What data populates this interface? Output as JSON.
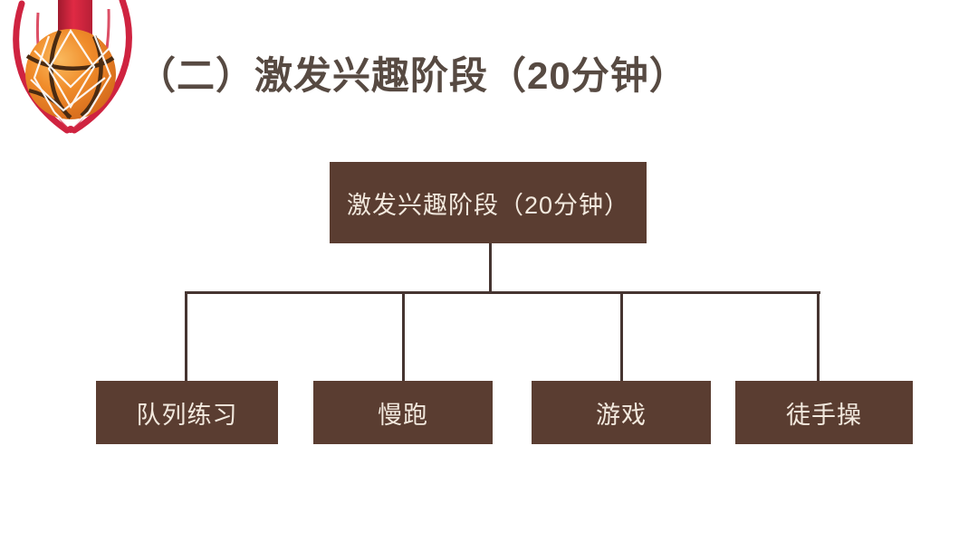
{
  "header": {
    "title": "（二）激发兴趣阶段（20分钟）",
    "title_color": "#574a42",
    "logo_icon": "basketball-in-net-icon"
  },
  "diagram": {
    "type": "tree",
    "root": {
      "label": "激发兴趣阶段（20分钟）"
    },
    "children": [
      {
        "label": "队列练习"
      },
      {
        "label": "慢跑"
      },
      {
        "label": "游戏"
      },
      {
        "label": "徒手操"
      }
    ],
    "node_fill_color": "#5a3d31",
    "node_text_color": "#f2e9de",
    "connector_color": "#463531"
  }
}
